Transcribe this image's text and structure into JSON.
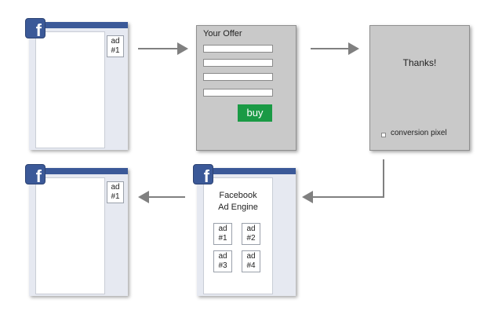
{
  "panels": {
    "top_left": {
      "ad_label": "ad\n#1",
      "logo_letter": "f"
    },
    "offer": {
      "title": "Your Offer",
      "buy_label": "buy"
    },
    "thanks": {
      "title": "Thanks!",
      "pixel_label": "conversion pixel"
    },
    "bottom_right": {
      "logo_letter": "f",
      "engine_title": "Facebook\nAd Engine",
      "ads": [
        "ad\n#1",
        "ad\n#2",
        "ad\n#3",
        "ad\n#4"
      ]
    },
    "bottom_left": {
      "ad_label": "ad\n#1",
      "logo_letter": "f"
    }
  },
  "colors": {
    "facebook_blue": "#3b5998",
    "buy_green": "#1a9a45",
    "grey_page": "#c9c9c9",
    "arrow": "#808080"
  }
}
